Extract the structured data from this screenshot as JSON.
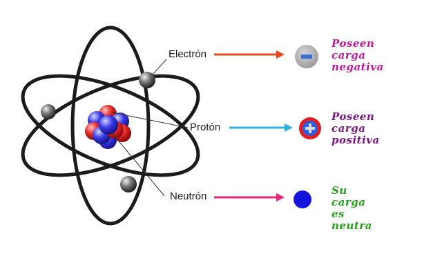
{
  "labels": {
    "electron": "Electrón",
    "proton": "Protón",
    "neutron": "Neutrón"
  },
  "descriptions": {
    "electron": [
      "Poseen",
      "carga",
      "negativa"
    ],
    "proton": [
      "Poseen",
      "carga",
      "positiva"
    ],
    "neutron": [
      "Su",
      "carga",
      "es",
      "neutra"
    ]
  },
  "charge_symbols": {
    "electron": "−",
    "proton": "+"
  },
  "colors": {
    "electron_arrow": "#e8451c",
    "proton_arrow": "#2fb0e3",
    "neutron_arrow": "#e5277e",
    "electron_text": "#c0189a",
    "proton_text": "#7a1683",
    "neutron_text": "#25a01a",
    "electron_symbol": "#a9a9a9",
    "proton_symbol": "#e11d1d",
    "neutron_symbol": "#1414dc",
    "orbit": "#1b1b1b"
  }
}
